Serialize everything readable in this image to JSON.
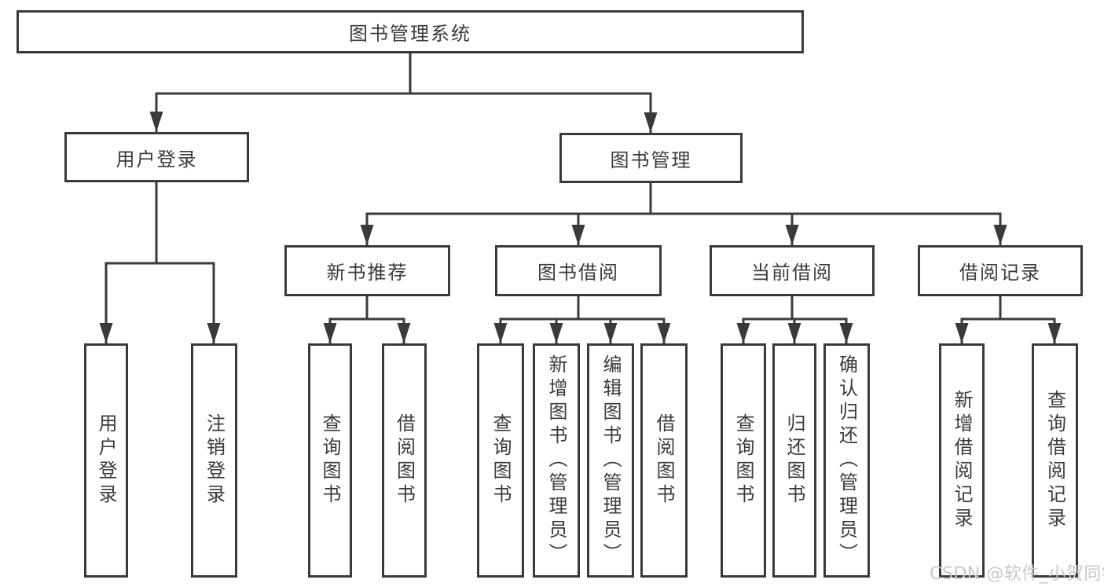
{
  "diagram": {
    "colors": {
      "line": "#3a3a3a",
      "text": "#3b3b3b",
      "background": "#ffffff",
      "watermark_color": "#c9c9c9"
    },
    "watermark": "CSDN @软件_小贺同学",
    "nodes": {
      "root": {
        "label": "图书管理系统"
      },
      "user_login": {
        "label": "用户登录"
      },
      "book_mgmt": {
        "label": "图书管理"
      },
      "new_book_rec": {
        "label": "新书推荐"
      },
      "book_borrow": {
        "label": "图书借阅"
      },
      "current_borrow": {
        "label": "当前借阅"
      },
      "borrow_record": {
        "label": "借阅记录"
      },
      "leaf_user_login": {
        "label": "用户登录"
      },
      "leaf_logout": {
        "label": "注销登录"
      },
      "leaf_nb_query": {
        "label": "查询图书"
      },
      "leaf_nb_borrow": {
        "label": "借阅图书"
      },
      "leaf_bb_query": {
        "label": "查询图书"
      },
      "leaf_bb_add": {
        "label": "新增图书（管理员）"
      },
      "leaf_bb_edit": {
        "label": "编辑图书（管理员）"
      },
      "leaf_bb_borrow": {
        "label": "借阅图书"
      },
      "leaf_cb_query": {
        "label": "查询图书"
      },
      "leaf_cb_return": {
        "label": "归还图书"
      },
      "leaf_cb_confirm": {
        "label": "确认归还（管理员）"
      },
      "leaf_br_add": {
        "label": "新增借阅记录"
      },
      "leaf_br_query": {
        "label": "查询借阅记录"
      }
    }
  }
}
